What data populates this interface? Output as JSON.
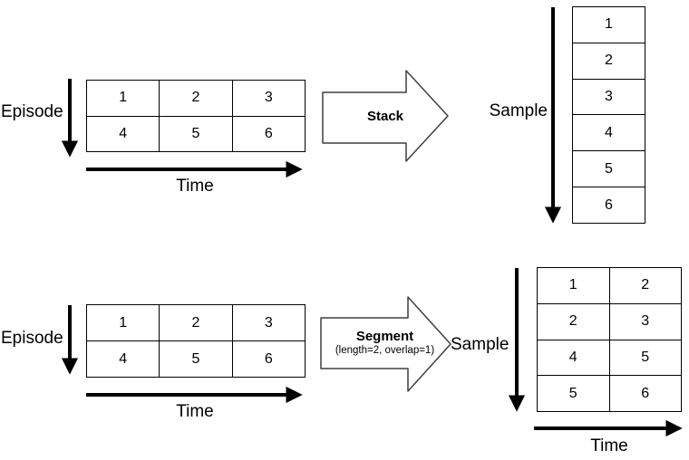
{
  "colors": {
    "background": "#ffffff",
    "line": "#000000",
    "block_arrow_outline": "#3f3f3f",
    "block_arrow_fill": "#ffffff"
  },
  "top": {
    "episode_axis_label": "Episode",
    "time_axis_label": "Time",
    "sample_axis_label": "Sample",
    "operation_label": "Stack",
    "episode_table": [
      [
        "1",
        "2",
        "3"
      ],
      [
        "4",
        "5",
        "6"
      ]
    ],
    "sample_table": [
      [
        "1"
      ],
      [
        "2"
      ],
      [
        "3"
      ],
      [
        "4"
      ],
      [
        "5"
      ],
      [
        "6"
      ]
    ]
  },
  "bottom": {
    "episode_axis_label": "Episode",
    "time_axis_label": "Time",
    "sample_axis_label": "Sample",
    "sample_time_axis_label": "Time",
    "operation_label": "Segment",
    "operation_params": "(length=2, overlap=1)",
    "episode_table": [
      [
        "1",
        "2",
        "3"
      ],
      [
        "4",
        "5",
        "6"
      ]
    ],
    "sample_table": [
      [
        "1",
        "2"
      ],
      [
        "2",
        "3"
      ],
      [
        "4",
        "5"
      ],
      [
        "5",
        "6"
      ]
    ]
  }
}
